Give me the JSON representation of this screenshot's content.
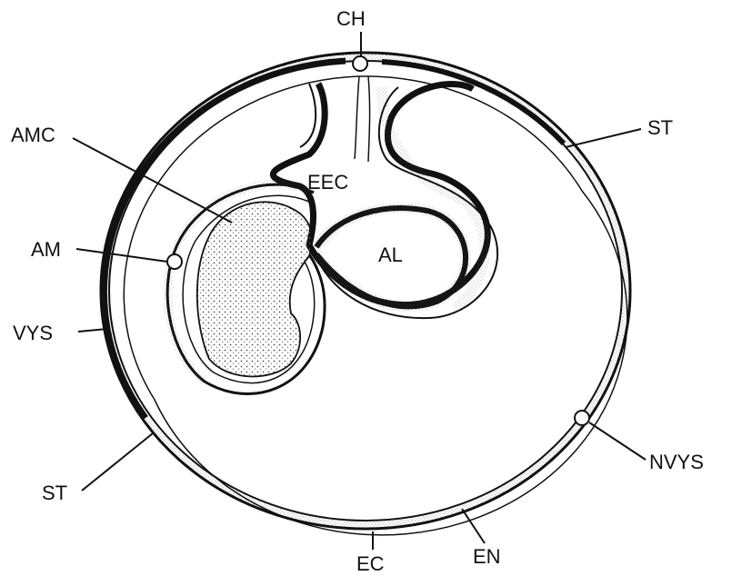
{
  "labels": {
    "ch": "CH",
    "amc": "AMC",
    "st_right": "ST",
    "eec": "EEC",
    "am": "AM",
    "al": "AL",
    "vys": "VYS",
    "nvys": "NVYS",
    "st_left": "ST",
    "ec": "EC",
    "en": "EN"
  },
  "colors": {
    "ink": "#111111",
    "background": "#ffffff",
    "stipple": "#7a7a7a"
  }
}
